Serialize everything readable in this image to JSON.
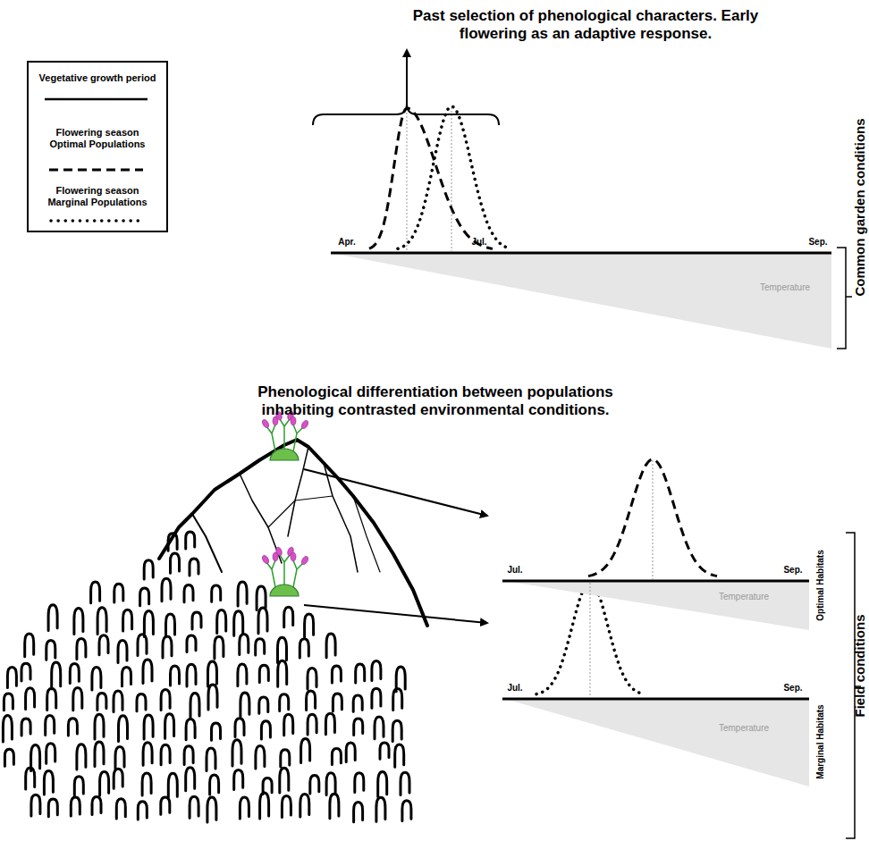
{
  "diagram": {
    "title": "Past selection of phenological characters. Early flowering as an adaptive response.",
    "labels": [
      "Apr.",
      "Jul.",
      "Sep.",
      "Temperature",
      "Common garden conditions",
      "Phenological differentiation between populations inhabiting contrasted environmental conditions.",
      "Jul.",
      "Sep.",
      "Temperature",
      "Optimal Habitats",
      "Jul.",
      "Sep.",
      "Temperature",
      "Marginal Habitats",
      "Field conditions"
    ],
    "legend": [
      {
        "text": "Vegetative growth period"
      },
      {
        "text": "Flowering season Optimal Populations"
      },
      {
        "text": "Flowering season Marginal Populations"
      }
    ]
  }
}
